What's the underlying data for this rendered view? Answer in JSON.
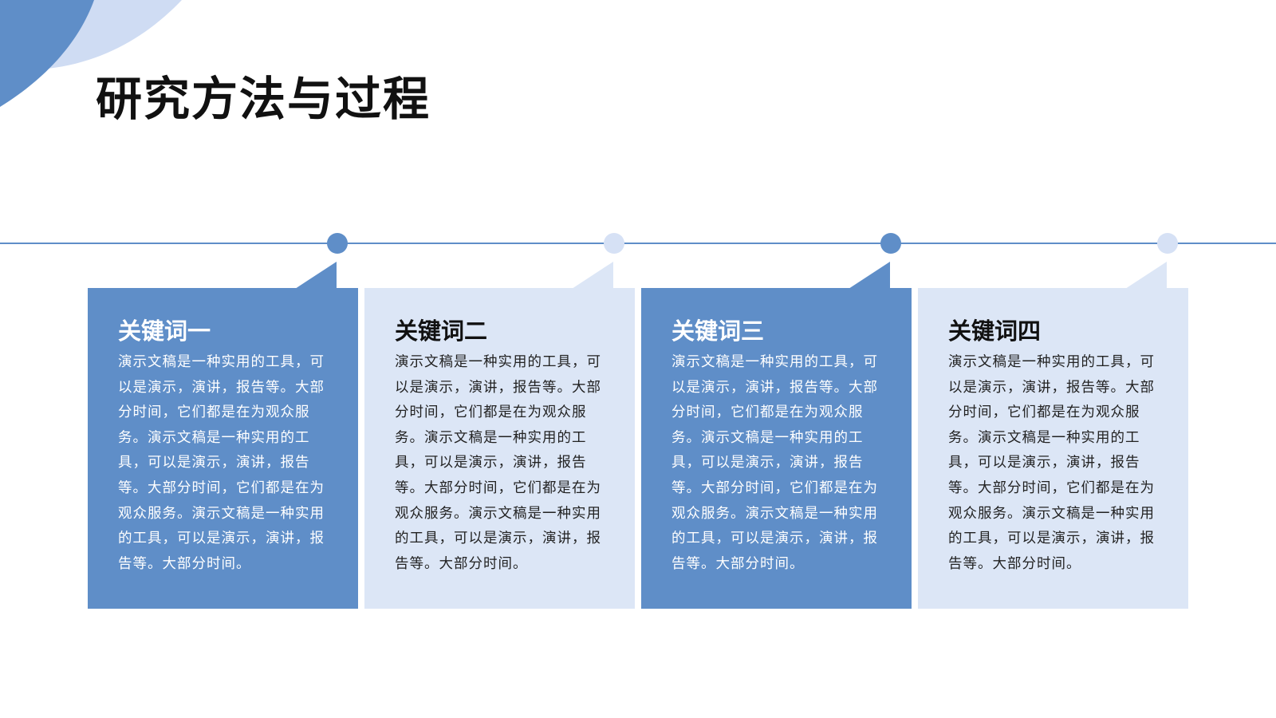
{
  "page": {
    "title": "研究方法与过程"
  },
  "colors": {
    "accent": "#5f8ec8",
    "accent_light": "#dce6f6",
    "title_text": "#111111"
  },
  "cards": [
    {
      "title": "关键词一",
      "body": "演示文稿是一种实用的工具，可以是演示，演讲，报告等。大部分时间，它们都是在为观众服务。演示文稿是一种实用的工具，可以是演示，演讲，报告等。大部分时间，它们都是在为观众服务。演示文稿是一种实用的工具，可以是演示，演讲，报告等。大部分时间。"
    },
    {
      "title": "关键词二",
      "body": "演示文稿是一种实用的工具，可以是演示，演讲，报告等。大部分时间，它们都是在为观众服务。演示文稿是一种实用的工具，可以是演示，演讲，报告等。大部分时间，它们都是在为观众服务。演示文稿是一种实用的工具，可以是演示，演讲，报告等。大部分时间。"
    },
    {
      "title": "关键词三",
      "body": "演示文稿是一种实用的工具，可以是演示，演讲，报告等。大部分时间，它们都是在为观众服务。演示文稿是一种实用的工具，可以是演示，演讲，报告等。大部分时间，它们都是在为观众服务。演示文稿是一种实用的工具，可以是演示，演讲，报告等。大部分时间。"
    },
    {
      "title": "关键词四",
      "body": "演示文稿是一种实用的工具，可以是演示，演讲，报告等。大部分时间，它们都是在为观众服务。演示文稿是一种实用的工具，可以是演示，演讲，报告等。大部分时间，它们都是在为观众服务。演示文稿是一种实用的工具，可以是演示，演讲，报告等。大部分时间。"
    }
  ]
}
